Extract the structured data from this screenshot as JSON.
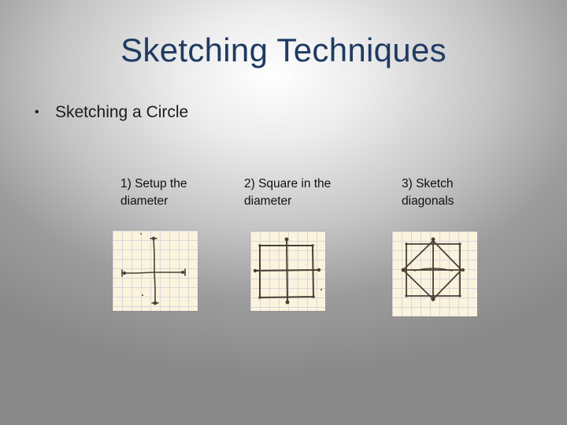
{
  "slide": {
    "title": "Sketching Techniques",
    "bullet_symbol": "•",
    "bullet_text": "Sketching a Circle",
    "steps": [
      {
        "label": "1) Setup the\ndiameter",
        "sketch": "crossed-diameters-sketch"
      },
      {
        "label": "2) Square in the\ndiameter",
        "sketch": "square-grid-sketch"
      },
      {
        "label": "3) Sketch\ndiagonals",
        "sketch": "diamond-diagonals-sketch"
      }
    ]
  },
  "colors": {
    "title": "#1f3b63",
    "text": "#1a1a1a",
    "paper": "#fbf3de",
    "grid": "#d6d8d8",
    "pencil": "#4a3f35"
  }
}
